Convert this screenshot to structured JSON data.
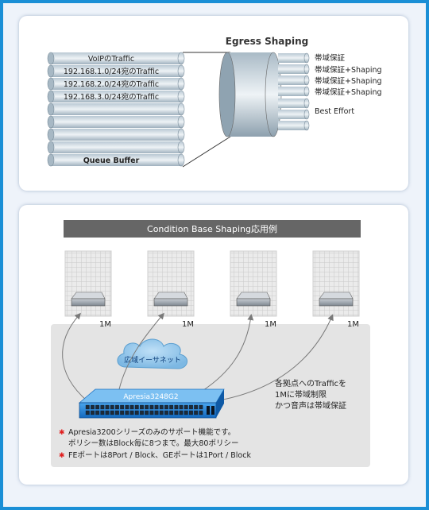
{
  "egress": {
    "title": "Egress Shaping",
    "queue_rows": [
      "VoIPのTraffic",
      "192.168.1.0/24宛のTraffic",
      "192.168.2.0/24宛のTraffic",
      "192.168.3.0/24宛のTraffic",
      "Queue Buffer"
    ],
    "shaping_labels": [
      "帯域保証",
      "帯域保証+Shaping",
      "帯域保証+Shaping",
      "帯域保証+Shaping",
      "Best Effort"
    ]
  },
  "example": {
    "title": "Condition Base Shaping応用例",
    "bandwidth": [
      "1M",
      "1M",
      "1M",
      "1M"
    ],
    "cloud_label": "広域イーサネット",
    "switch_label": "Apresia3248G2",
    "note_lines": [
      "各拠点へのTrafficを",
      "1Mに帯域制限",
      "かつ音声は帯域保証"
    ],
    "footnotes": [
      "Apresia3200シリーズのみのサポート機能です。",
      "ポリシー数はBlock毎に8つまで。最大80ポリシー",
      "FEポートは8Port / Block、GEポートは1Port / Block"
    ],
    "bullet": "✱"
  },
  "colors": {
    "frame": "#1a8fd6",
    "title_bar": "#666666",
    "switch": "#1e7fd4",
    "bullet": "#e02020"
  }
}
